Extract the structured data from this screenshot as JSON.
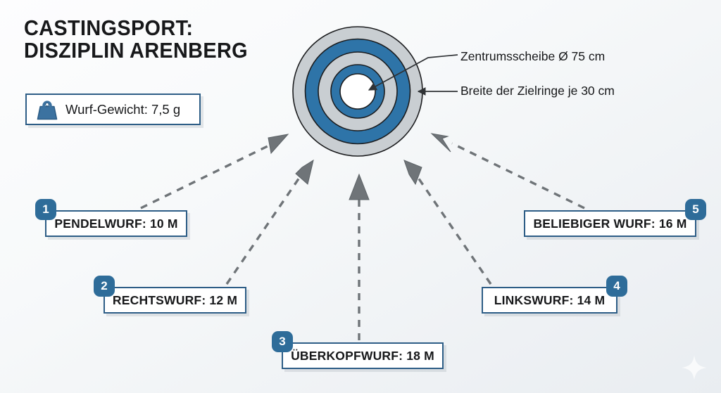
{
  "headline": {
    "line1": "CASTINGSPORT:",
    "line2": "DISZIPLIN ARENBERG"
  },
  "weight_chip": {
    "icon": "weight-icon",
    "text": "Wurf-Gewicht: 7,5 g"
  },
  "target": {
    "name": "target-rings-diagram",
    "rings": [
      {
        "fill": "#c9ced2",
        "label": "outer-gray-ring"
      },
      {
        "fill": "#2e74a8",
        "label": "outer-blue-ring"
      },
      {
        "fill": "#c9ced2",
        "label": "inner-gray-ring"
      },
      {
        "fill": "#2e74a8",
        "label": "inner-blue-ring"
      },
      {
        "fill": "#ffffff",
        "label": "center-disc"
      }
    ]
  },
  "callouts": [
    {
      "id": "center-disc",
      "text": "Zentrumsscheibe Ø 75 cm"
    },
    {
      "id": "ring-width",
      "text": "Breite der Zielringe je 30 cm"
    }
  ],
  "throws": [
    {
      "number": "1",
      "label": "PENDELWURF: 10 M",
      "badge_side": "left"
    },
    {
      "number": "2",
      "label": "RECHTSWURF: 12 M",
      "badge_side": "left"
    },
    {
      "number": "3",
      "label": "ÜBERKOPFWURF: 18 M",
      "badge_side": "left"
    },
    {
      "number": "4",
      "label": "LINKSWURF: 14 M",
      "badge_side": "right"
    },
    {
      "number": "5",
      "label": "BELIEBIGER WURF: 16 M",
      "badge_side": "right"
    }
  ],
  "colors": {
    "accent_blue": "#2e74a8",
    "badge_blue": "#2e6c99",
    "border_blue": "#2d5d86",
    "ring_gray": "#c9ced2",
    "connector_gray": "#6f7478",
    "text_dark": "#17181a",
    "background_top": "#fdfdfe",
    "background_bottom": "#e9edf1"
  },
  "watermark": {
    "icon": "sparkle-star-icon"
  }
}
